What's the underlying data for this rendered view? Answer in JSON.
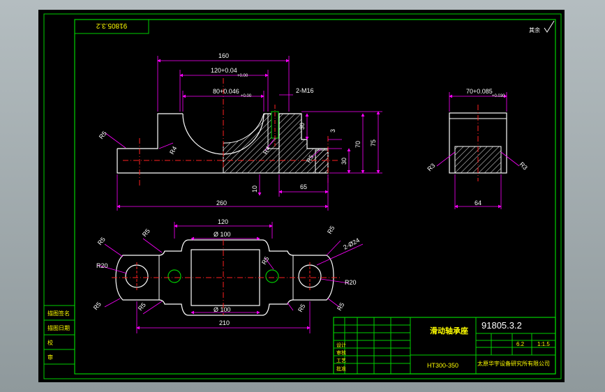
{
  "drawing": {
    "part_title": "滑动轴承座",
    "drawing_number": "91805.3.2",
    "drawing_number_mirrored": "91805.3.2",
    "material": "HT300-350",
    "company": "太原华宇设备研究所有限公司",
    "scale": "1:1.5",
    "sheet": "6.2",
    "roughness_note": "其余"
  },
  "left_stamp_labels": [
    "描图签名",
    "描图日期",
    "校",
    "审"
  ],
  "title_block_labels": [
    "设计",
    "审核",
    "工艺",
    "批准"
  ],
  "front_view": {
    "dims": {
      "w160": "160",
      "w120": "120+0.04",
      "w120_sub": "+0.00",
      "w80": "80+0.046",
      "w80_sub": "+0.00",
      "m16": "2-M16",
      "d30": "30",
      "d3": "3",
      "d70": "70",
      "d75": "75",
      "d30b": "30",
      "d65": "65",
      "d10": "10",
      "d260": "260",
      "r5": "R5",
      "r4": "R4",
      "r4b": "R4",
      "r5b": "R5"
    }
  },
  "side_view": {
    "dims": {
      "w70": "70+0.085",
      "w70_sub": "+0.030",
      "w64": "64",
      "r3a": "R3",
      "r3b": "R3"
    }
  },
  "top_view": {
    "dims": {
      "w120": "120",
      "dia100a": "Ø 100",
      "dia100b": "Ø 100",
      "w210": "210",
      "holes": "2-Ø24",
      "r20a": "R20",
      "r20b": "R20",
      "r5a": "R5",
      "r5b": "R5",
      "r5c": "R5",
      "r5d": "R5",
      "r5e": "R5",
      "r5f": "R5",
      "r5g": "R5",
      "r5h": "R5"
    }
  },
  "colors": {
    "sheet": "#000000",
    "frame": "#00d000",
    "outline": "#ffffff",
    "dimension": "#ff00ff",
    "centerline": "#ff2020",
    "text": "#ffffff",
    "title_yellow": "#ffff00",
    "hatch": "#ffffff"
  }
}
